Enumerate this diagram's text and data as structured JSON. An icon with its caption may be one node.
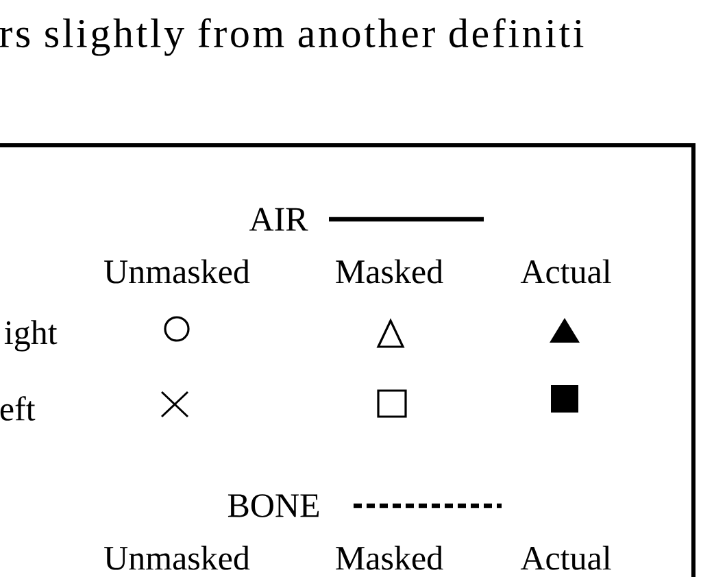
{
  "diagram": {
    "labels": [
      "rs slightly from another definiti",
      "Unmasked",
      "Masked",
      "Actual",
      "ight",
      "eft",
      "Unmasked",
      "Masked",
      "Actual"
    ],
    "legend": [
      {
        "text": "AIR"
      },
      {
        "text": "BONE"
      }
    ]
  }
}
